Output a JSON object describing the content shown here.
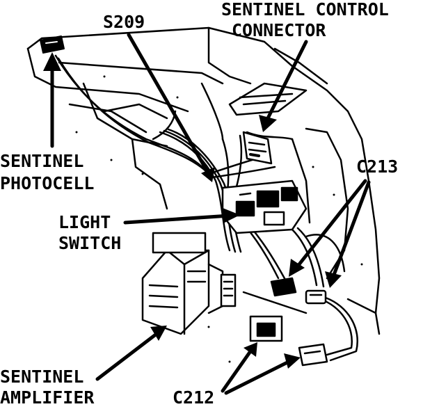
{
  "labels": {
    "s209": "S209",
    "control_line1": "SENTINEL CONTROL",
    "control_line2": "CONNECTOR",
    "photocell_line1": "SENTINEL",
    "photocell_line2": "PHOTOCELL",
    "c213": "C213",
    "light_line1": "LIGHT",
    "light_line2": "SWITCH",
    "amp_line1": "SENTINEL",
    "amp_line2": "AMPLIFIER",
    "c212": "C212"
  },
  "colors": {
    "ink": "#000000",
    "paper": "#ffffff"
  }
}
